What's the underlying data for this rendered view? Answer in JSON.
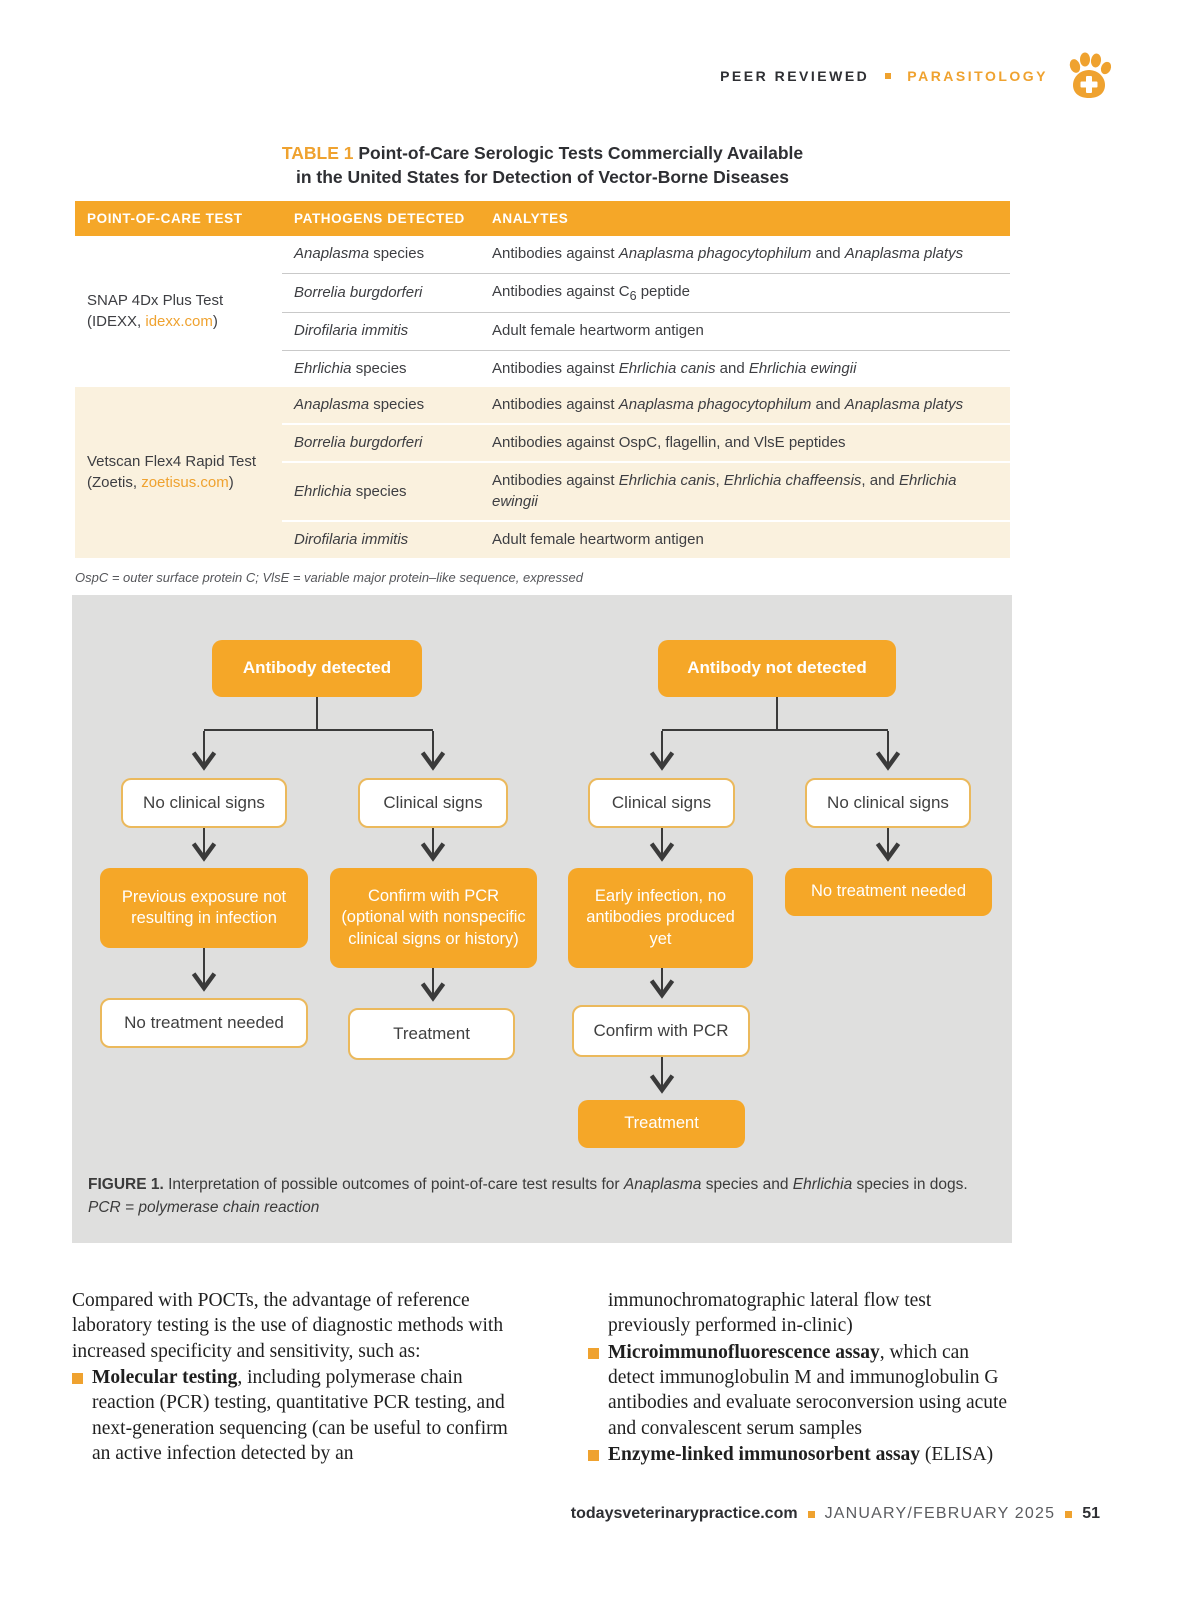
{
  "colors": {
    "accent": "#F5A728",
    "link": "#EFA22F",
    "panel_gray": "#DFDFDE",
    "cream_row": "#FAF1DE"
  },
  "header": {
    "peer_reviewed": "PEER REVIEWED",
    "category": "PARASITOLOGY"
  },
  "table": {
    "label": "TABLE 1",
    "title_line1": "Point-of-Care Serologic Tests Commercially Available",
    "title_line2": "in the United States for Detection of Vector-Borne Diseases",
    "columns": [
      "POINT-OF-CARE TEST",
      "PATHOGENS DETECTED",
      "ANALYTES"
    ],
    "groups": [
      {
        "test_name": "SNAP 4Dx Plus Test",
        "test_sub_pre": "(IDEXX, ",
        "test_link": "idexx.com",
        "test_sub_post": ")",
        "rows": [
          {
            "pathogen": [
              {
                "t": "Anaplasma",
                "i": true
              },
              {
                "t": " species"
              }
            ],
            "analytes": [
              {
                "t": "Antibodies against "
              },
              {
                "t": "Anaplasma phagocytophilum",
                "i": true
              },
              {
                "t": " and "
              },
              {
                "t": "Anaplasma platys",
                "i": true
              }
            ]
          },
          {
            "pathogen": [
              {
                "t": "Borrelia burgdorferi",
                "i": true
              }
            ],
            "analytes": [
              {
                "t": "Antibodies against C"
              },
              {
                "t": "6",
                "sub": true
              },
              {
                "t": " peptide"
              }
            ]
          },
          {
            "pathogen": [
              {
                "t": "Dirofilaria immitis",
                "i": true
              }
            ],
            "analytes": [
              {
                "t": "Adult female heartworm antigen"
              }
            ]
          },
          {
            "pathogen": [
              {
                "t": "Ehrlichia",
                "i": true
              },
              {
                "t": " species"
              }
            ],
            "analytes": [
              {
                "t": "Antibodies against "
              },
              {
                "t": "Ehrlichia canis",
                "i": true
              },
              {
                "t": " and "
              },
              {
                "t": "Ehrlichia ewingii",
                "i": true
              }
            ]
          }
        ]
      },
      {
        "test_name": "Vetscan Flex4 Rapid Test",
        "test_sub_pre": "(Zoetis, ",
        "test_link": "zoetisus.com",
        "test_sub_post": ")",
        "rows": [
          {
            "pathogen": [
              {
                "t": "Anaplasma",
                "i": true
              },
              {
                "t": " species"
              }
            ],
            "analytes": [
              {
                "t": "Antibodies against "
              },
              {
                "t": "Anaplasma phagocytophilum",
                "i": true
              },
              {
                "t": " and "
              },
              {
                "t": "Anaplasma platys",
                "i": true
              }
            ]
          },
          {
            "pathogen": [
              {
                "t": "Borrelia burgdorferi",
                "i": true
              }
            ],
            "analytes": [
              {
                "t": "Antibodies against OspC, flagellin, and VlsE peptides"
              }
            ]
          },
          {
            "pathogen": [
              {
                "t": "Ehrlichia",
                "i": true
              },
              {
                "t": " species"
              }
            ],
            "analytes": [
              {
                "t": "Antibodies against "
              },
              {
                "t": "Ehrlichia canis",
                "i": true
              },
              {
                "t": ", "
              },
              {
                "t": "Ehrlichia chaffeensis",
                "i": true
              },
              {
                "t": ", and "
              },
              {
                "t": "Ehrlichia ewingii",
                "i": true
              }
            ]
          },
          {
            "pathogen": [
              {
                "t": "Dirofilaria immitis",
                "i": true
              }
            ],
            "analytes": [
              {
                "t": "Adult female heartworm antigen"
              }
            ]
          }
        ]
      }
    ],
    "footnote": "OspC = outer surface protein C; VlsE = variable major protein–like sequence, expressed"
  },
  "figure": {
    "nodes": {
      "root_left": "Antibody detected",
      "root_right": "Antibody not detected",
      "no_clinical_1": "No clinical signs",
      "clinical_1": "Clinical signs",
      "clinical_2": "Clinical signs",
      "no_clinical_2": "No clinical signs",
      "prev_exposure": "Previous exposure not resulting in infection",
      "confirm_pcr_optional": "Confirm with PCR (optional with nonspecific clinical signs or history)",
      "early_infection": "Early infection, no antibodies produced yet",
      "no_treatment_right": "No treatment needed",
      "no_treatment_left": "No treatment needed",
      "treatment_left": "Treatment",
      "confirm_pcr": "Confirm with PCR",
      "treatment_right": "Treatment"
    },
    "caption_runs": [
      {
        "t": "FIGURE 1.",
        "b": true
      },
      {
        "t": " Interpretation of possible outcomes of point-of-care test results for "
      },
      {
        "t": "Anaplasma",
        "i": true
      },
      {
        "t": " species and "
      },
      {
        "t": "Ehrlichia",
        "i": true
      },
      {
        "t": " species in dogs."
      }
    ],
    "caption_line2": "PCR = polymerase chain reaction"
  },
  "body": {
    "left_intro": "Compared with POCTs, the advantage of reference laboratory testing is the use of diagnostic methods with increased specificity and sensitivity, such as:",
    "bullet1": [
      {
        "t": "Molecular testing",
        "b": true
      },
      {
        "t": ", including polymerase chain reaction (PCR) testing, quantitative PCR testing, and next-generation sequencing (can be useful to confirm an active infection detected by an"
      }
    ],
    "right_continuation": "immunochromatographic lateral flow test previously performed in-clinic)",
    "bullet2": [
      {
        "t": "Microimmunofluorescence assay",
        "b": true
      },
      {
        "t": ", which can detect immunoglobulin M and immunoglobulin G antibodies and evaluate seroconversion using acute and convalescent serum samples"
      }
    ],
    "bullet3": [
      {
        "t": "Enzyme-linked immunosorbent assay",
        "b": true
      },
      {
        "t": " (ELISA)"
      }
    ]
  },
  "footer": {
    "site": "todaysveterinarypractice.com",
    "issue": "JANUARY/FEBRUARY 2025",
    "page": "51"
  }
}
